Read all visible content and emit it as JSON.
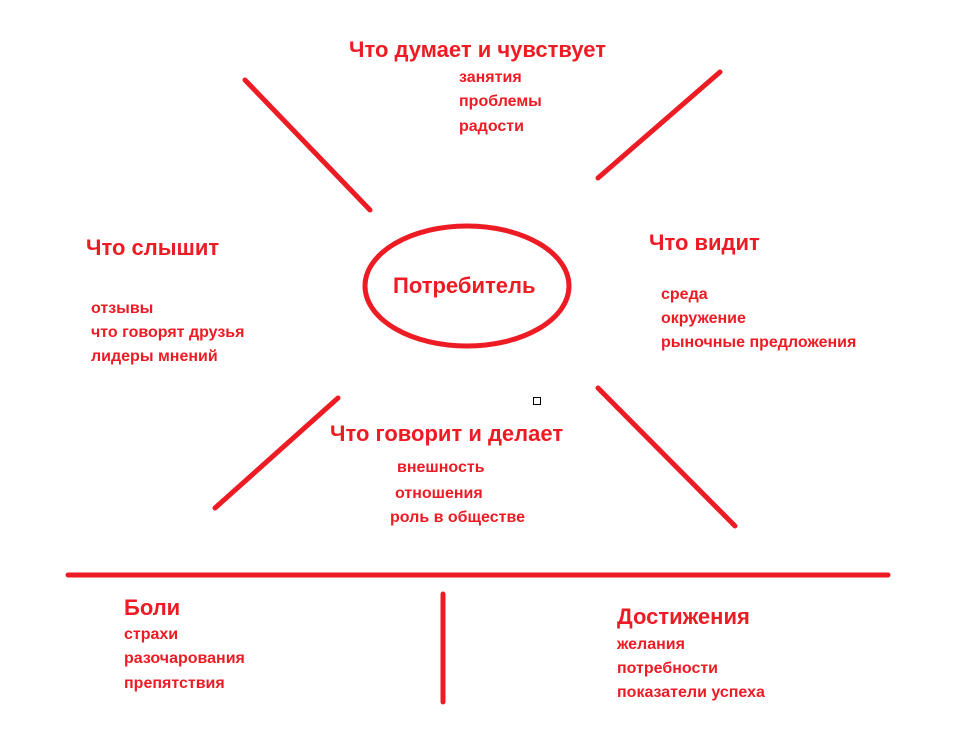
{
  "colors": {
    "accent": "#ed1c24"
  },
  "center": {
    "label": "Потребитель"
  },
  "thinks": {
    "title": "Что думает и чувствует",
    "items": [
      "занятия",
      "проблемы",
      "радости"
    ]
  },
  "hears": {
    "title": "Что слышит",
    "items": [
      "отзывы",
      "что говорят друзья",
      "лидеры мнений"
    ]
  },
  "sees": {
    "title": "Что видит",
    "items": [
      "среда",
      "окружение",
      "рыночные предложения"
    ]
  },
  "says": {
    "title": "Что говорит и делает",
    "items": [
      "внешность",
      "отношения",
      "роль в обществе"
    ]
  },
  "pains": {
    "title": "Боли",
    "items": [
      "страхи",
      "разочарования",
      "препятствия"
    ]
  },
  "gains": {
    "title": "Достижения",
    "items": [
      "желания",
      "потребности",
      "показатели успеха"
    ]
  }
}
